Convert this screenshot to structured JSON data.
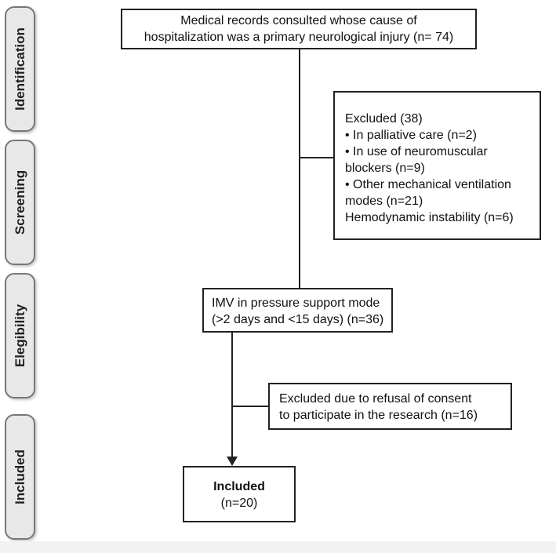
{
  "phases": {
    "identification": "Identification",
    "screening": "Screening",
    "elegibility": "Elegibility",
    "included": "Included"
  },
  "boxes": {
    "records": {
      "line1": "Medical records consulted whose cause of",
      "line2": "hospitalization was a primary neurological injury (n= 74)"
    },
    "excluded_screening": {
      "title": "Excluded (38)",
      "item1": "• In palliative care (n=2)",
      "item2a": "• In use of neuromuscular",
      "item2b": "blockers (n=9)",
      "item3a": "• Other mechanical ventilation",
      "item3b": "modes (n=21)",
      "item4": "Hemodynamic instability (n=6)"
    },
    "imv": {
      "line1": "IMV in pressure support mode",
      "line2": "(>2 days and <15 days) (n=36)"
    },
    "excluded_consent": {
      "line1": "Excluded due to refusal of consent",
      "line2": "to participate in the research (n=16)"
    },
    "included": {
      "title": "Included",
      "count": "(n=20)"
    }
  }
}
